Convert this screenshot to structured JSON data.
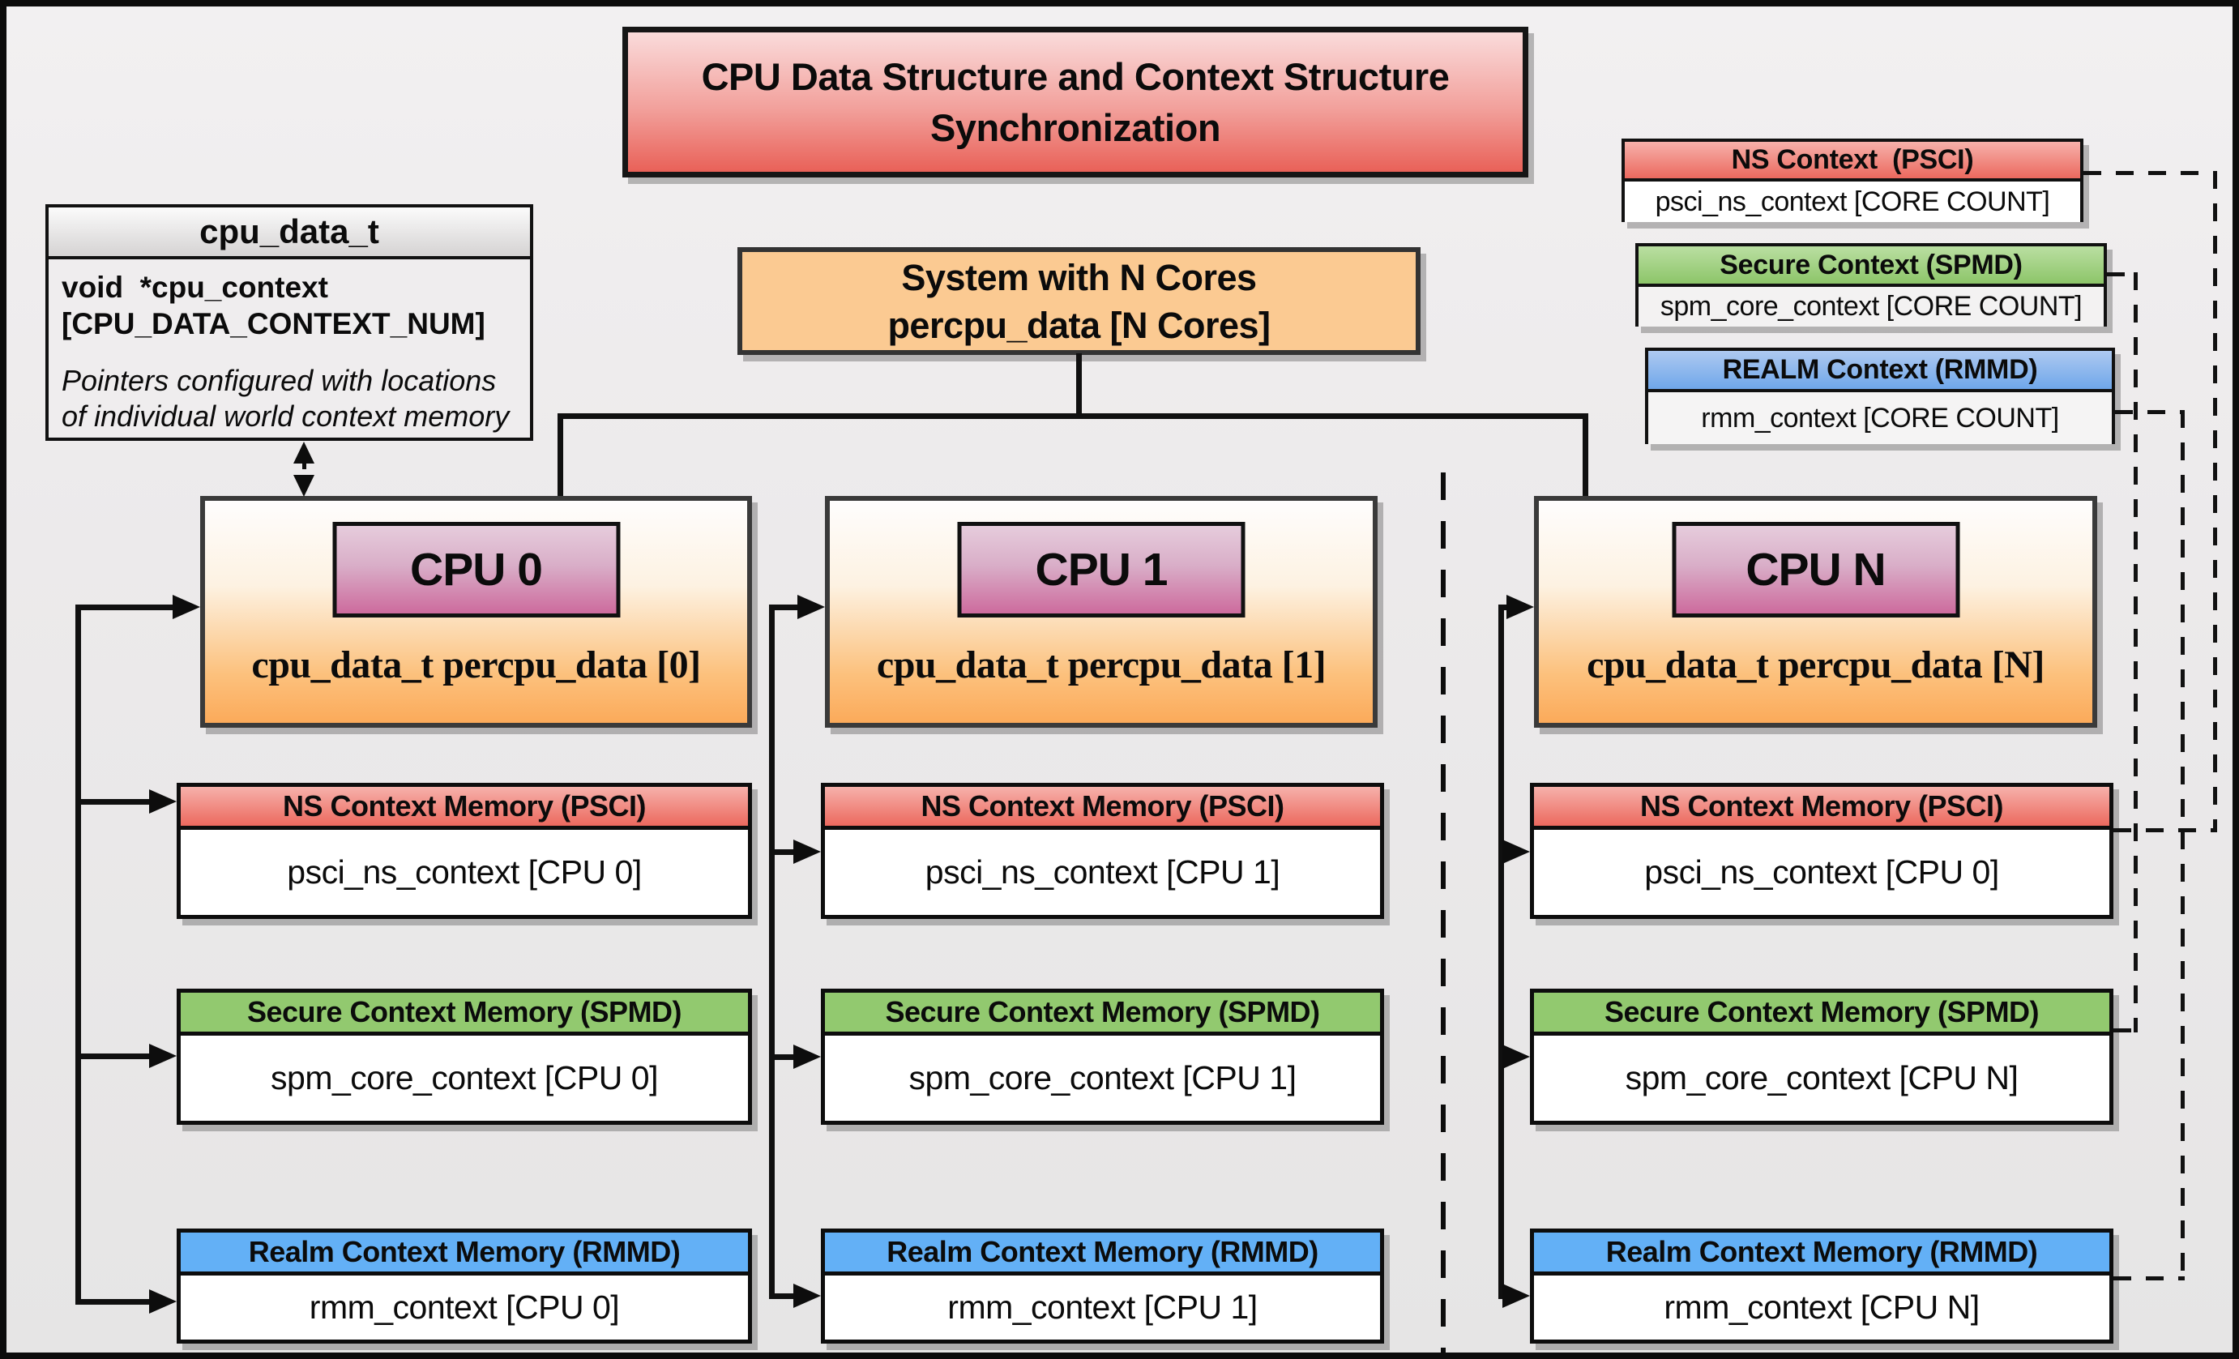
{
  "title": {
    "line1": "CPU Data Structure and Context Structure",
    "line2": "Synchronization"
  },
  "struct_box": {
    "header": "cpu_data_t",
    "decl_line1": "void  *cpu_context",
    "decl_line2": "[CPU_DATA_CONTEXT_NUM]",
    "note_line1": "Pointers configured with locations",
    "note_line2": "of individual world context memory"
  },
  "system_box": {
    "line1": "System with N Cores",
    "line2": "percpu_data [N Cores]"
  },
  "legend": {
    "psci": {
      "header": "NS Context  (PSCI)",
      "body": "psci_ns_context [CORE COUNT]"
    },
    "spmd": {
      "header": "Secure Context (SPMD)",
      "body": "spm_core_context [CORE COUNT]"
    },
    "rmmd": {
      "header": "REALM Context (RMMD)",
      "body": "rmm_context [CORE COUNT]"
    }
  },
  "cpus": [
    {
      "badge": "CPU 0",
      "label": "cpu_data_t percpu_data [0]",
      "ns_header": "NS Context Memory (PSCI)",
      "ns_body": "psci_ns_context [CPU 0]",
      "secure_header": "Secure Context Memory (SPMD)",
      "secure_body": "spm_core_context [CPU 0]",
      "realm_header": "Realm Context Memory (RMMD)",
      "realm_body": "rmm_context [CPU 0]"
    },
    {
      "badge": "CPU 1",
      "label": "cpu_data_t percpu_data [1]",
      "ns_header": "NS Context Memory (PSCI)",
      "ns_body": "psci_ns_context [CPU 1]",
      "secure_header": "Secure Context Memory (SPMD)",
      "secure_body": "spm_core_context [CPU 1]",
      "realm_header": "Realm Context Memory (RMMD)",
      "realm_body": "rmm_context [CPU 1]"
    },
    {
      "badge": "CPU N",
      "label": "cpu_data_t percpu_data [N]",
      "ns_header": "NS Context Memory (PSCI)",
      "ns_body": "psci_ns_context [CPU 0]",
      "secure_header": "Secure Context Memory (SPMD)",
      "secure_body": "spm_core_context [CPU N]",
      "realm_header": "Realm Context Memory (RMMD)",
      "realm_body": "rmm_context [CPU N]"
    }
  ],
  "colors": {
    "ns_red": "#ec695e",
    "secure_green": "#92c96f",
    "realm_blue": "#63b0f6",
    "system_orange": "#fbca92",
    "cpu_badge_pink": "#cd6b9d",
    "title_red_gradient_top": "#fadbdb",
    "title_red_gradient_bottom": "#e96158"
  }
}
